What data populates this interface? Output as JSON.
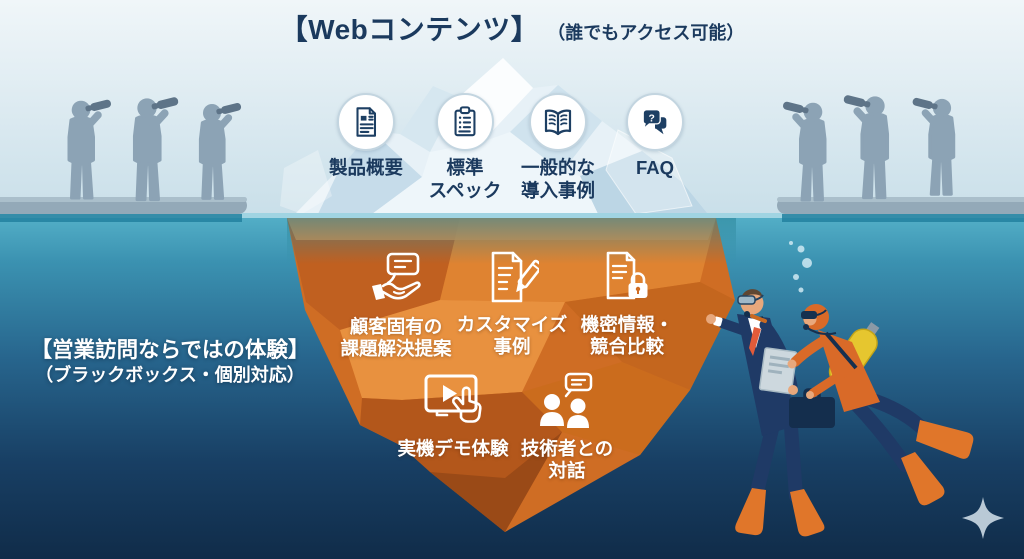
{
  "header": {
    "title": "【Webコンテンツ】",
    "subtitle": "（誰でもアクセス可能）"
  },
  "surface_items": [
    {
      "icon": "document-icon",
      "label": "製品概要"
    },
    {
      "icon": "clipboard-icon",
      "label": "標準\nスペック"
    },
    {
      "icon": "open-book-icon",
      "label": "一般的な\n導入事例"
    },
    {
      "icon": "faq-chat-icon",
      "label": "FAQ"
    }
  ],
  "underwater": {
    "title": "【営業訪問ならではの体験】",
    "subtitle": "（ブラックボックス・個別対応）",
    "items": [
      {
        "icon": "hand-speech-icon",
        "label": "顧客固有の\n課題解決提案"
      },
      {
        "icon": "document-pencil-icon",
        "label": "カスタマイズ\n事例"
      },
      {
        "icon": "document-lock-icon",
        "label": "機密情報・\n競合比較"
      },
      {
        "icon": "demo-monitor-icon",
        "label": "実機デモ体験"
      },
      {
        "icon": "people-dialogue-icon",
        "label": "技術者との\n対話"
      }
    ]
  },
  "colors": {
    "title_navy": "#1b3a5e",
    "iceberg_above": "#e7f1f7",
    "iceberg_below_orange": "#d4722a",
    "water_top": "#55b1c9",
    "water_bottom": "#102c49",
    "observer_grey": "#8ca3b5",
    "label_white": "#ffffff"
  }
}
